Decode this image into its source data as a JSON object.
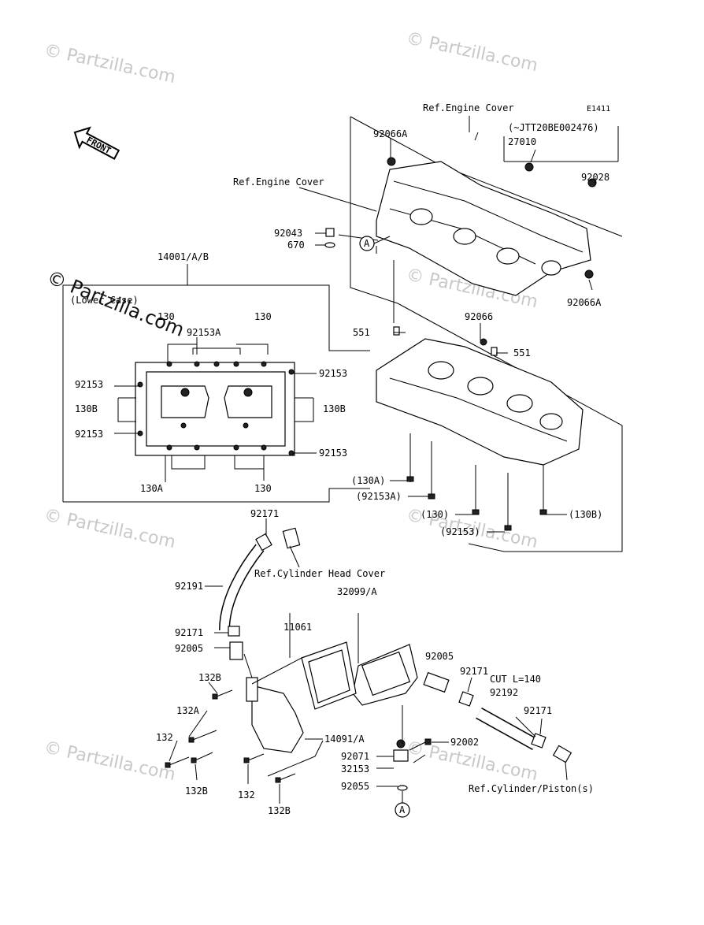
{
  "diagram_code": "E1411",
  "front_label": "FRONT",
  "watermark": "© Partzilla.com",
  "callouts": {
    "ref_engine_cover_top": "Ref.Engine Cover",
    "ref_engine_cover_left": "Ref.Engine Cover",
    "serial_note": "(~JTT20BE002476)",
    "p27010": "27010",
    "p92066A_top": "92066A",
    "p92028": "92028",
    "p92043": "92043",
    "p670": "670",
    "p92066A_right": "92066A",
    "p14001": "14001/A/B",
    "lower_case": "(Lower Case)",
    "p130_a": "130",
    "p130_b": "130",
    "p92153A": "92153A",
    "p92153_1": "92153",
    "p92153_2": "92153",
    "p92153_3": "92153",
    "p92153_4": "92153",
    "p130B_l": "130B",
    "p130B_r": "130B",
    "p130A": "130A",
    "p130_bottom": "130",
    "p551_l": "551",
    "p92066": "92066",
    "p551_r": "551",
    "p130A_paren": "(130A)",
    "p92153A_paren": "(92153A)",
    "p130_paren": "(130)",
    "p130B_paren": "(130B)",
    "p92153_paren": "(92153)",
    "circle_a": "A",
    "circle_a_bottom": "A",
    "p92171_top": "92171",
    "ref_cyl_head": "Ref.Cylinder Head Cover",
    "p92191": "92191",
    "p32099": "32099/A",
    "p92171_mid": "92171",
    "p11061": "11061",
    "p92005_l": "92005",
    "p92005_r": "92005",
    "p92171_r": "92171",
    "cut_len": "CUT L=140",
    "p92192": "92192",
    "p92171_far": "92171",
    "p132B_top": "132B",
    "p132A": "132A",
    "p132": "132",
    "p14091": "14091/A",
    "p92002": "92002",
    "p92071": "92071",
    "p32153": "32153",
    "p92055": "92055",
    "p132B_b1": "132B",
    "p132_b": "132",
    "p132B_b2": "132B",
    "ref_cyl_piston": "Ref.Cylinder/Piston(s)"
  }
}
